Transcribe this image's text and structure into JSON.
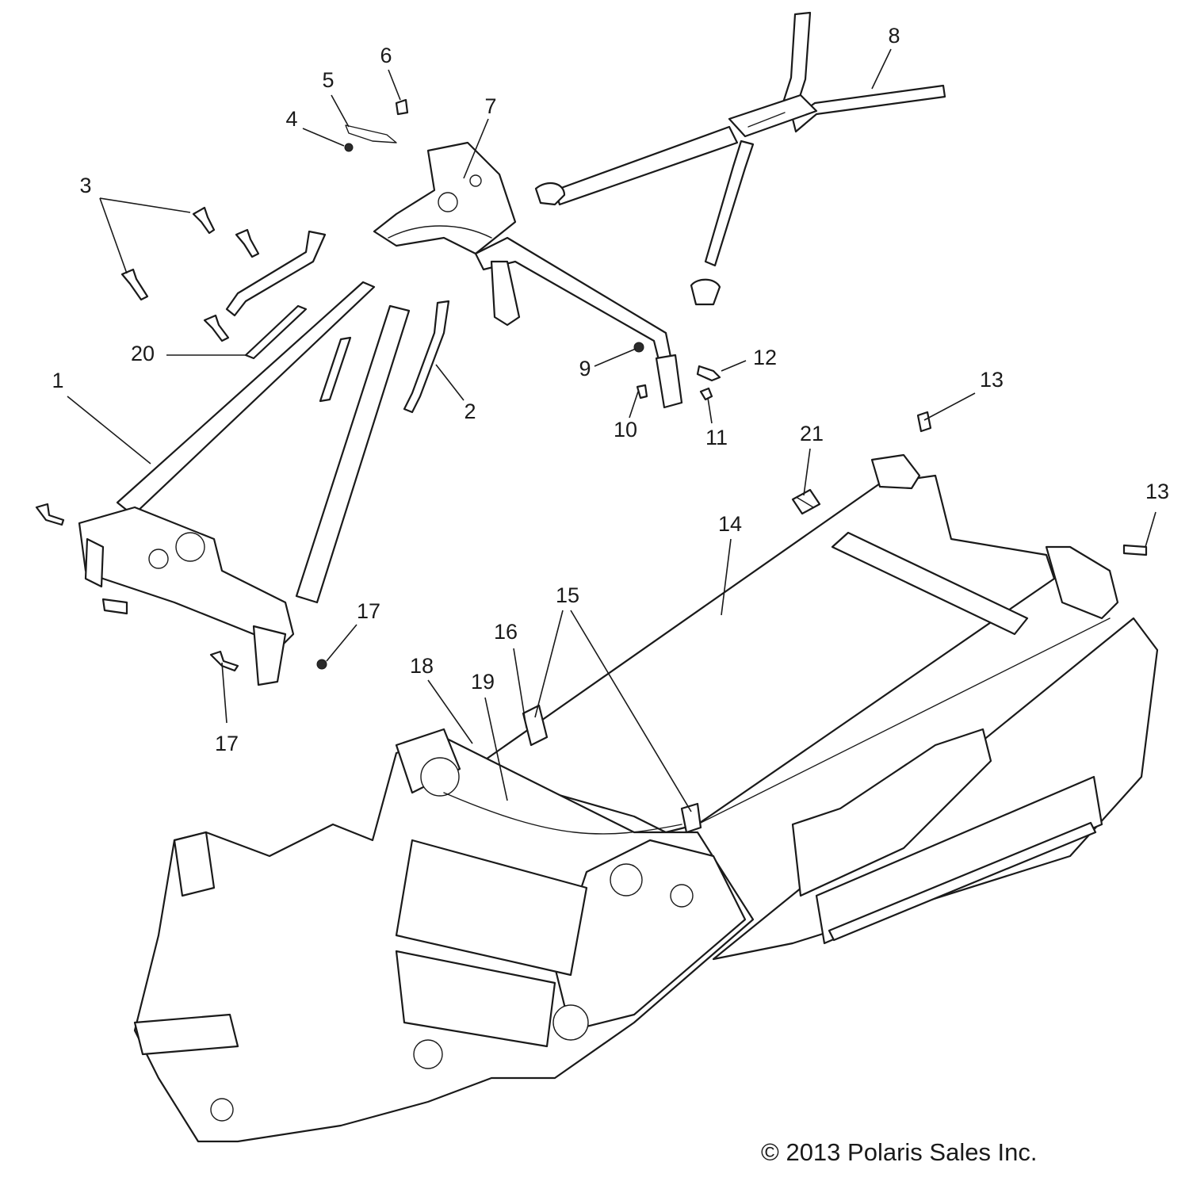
{
  "callouts": {
    "c1": "1",
    "c2": "2",
    "c3": "3",
    "c4": "4",
    "c5": "5",
    "c6": "6",
    "c7": "7",
    "c8": "8",
    "c9": "9",
    "c10": "10",
    "c11": "11",
    "c12": "12",
    "c13a": "13",
    "c13b": "13",
    "c14": "14",
    "c15": "15",
    "c16": "16",
    "c17a": "17",
    "c17b": "17",
    "c18": "18",
    "c19": "19",
    "c20": "20",
    "c21": "21"
  },
  "copyright": "© 2013 Polaris Sales Inc."
}
